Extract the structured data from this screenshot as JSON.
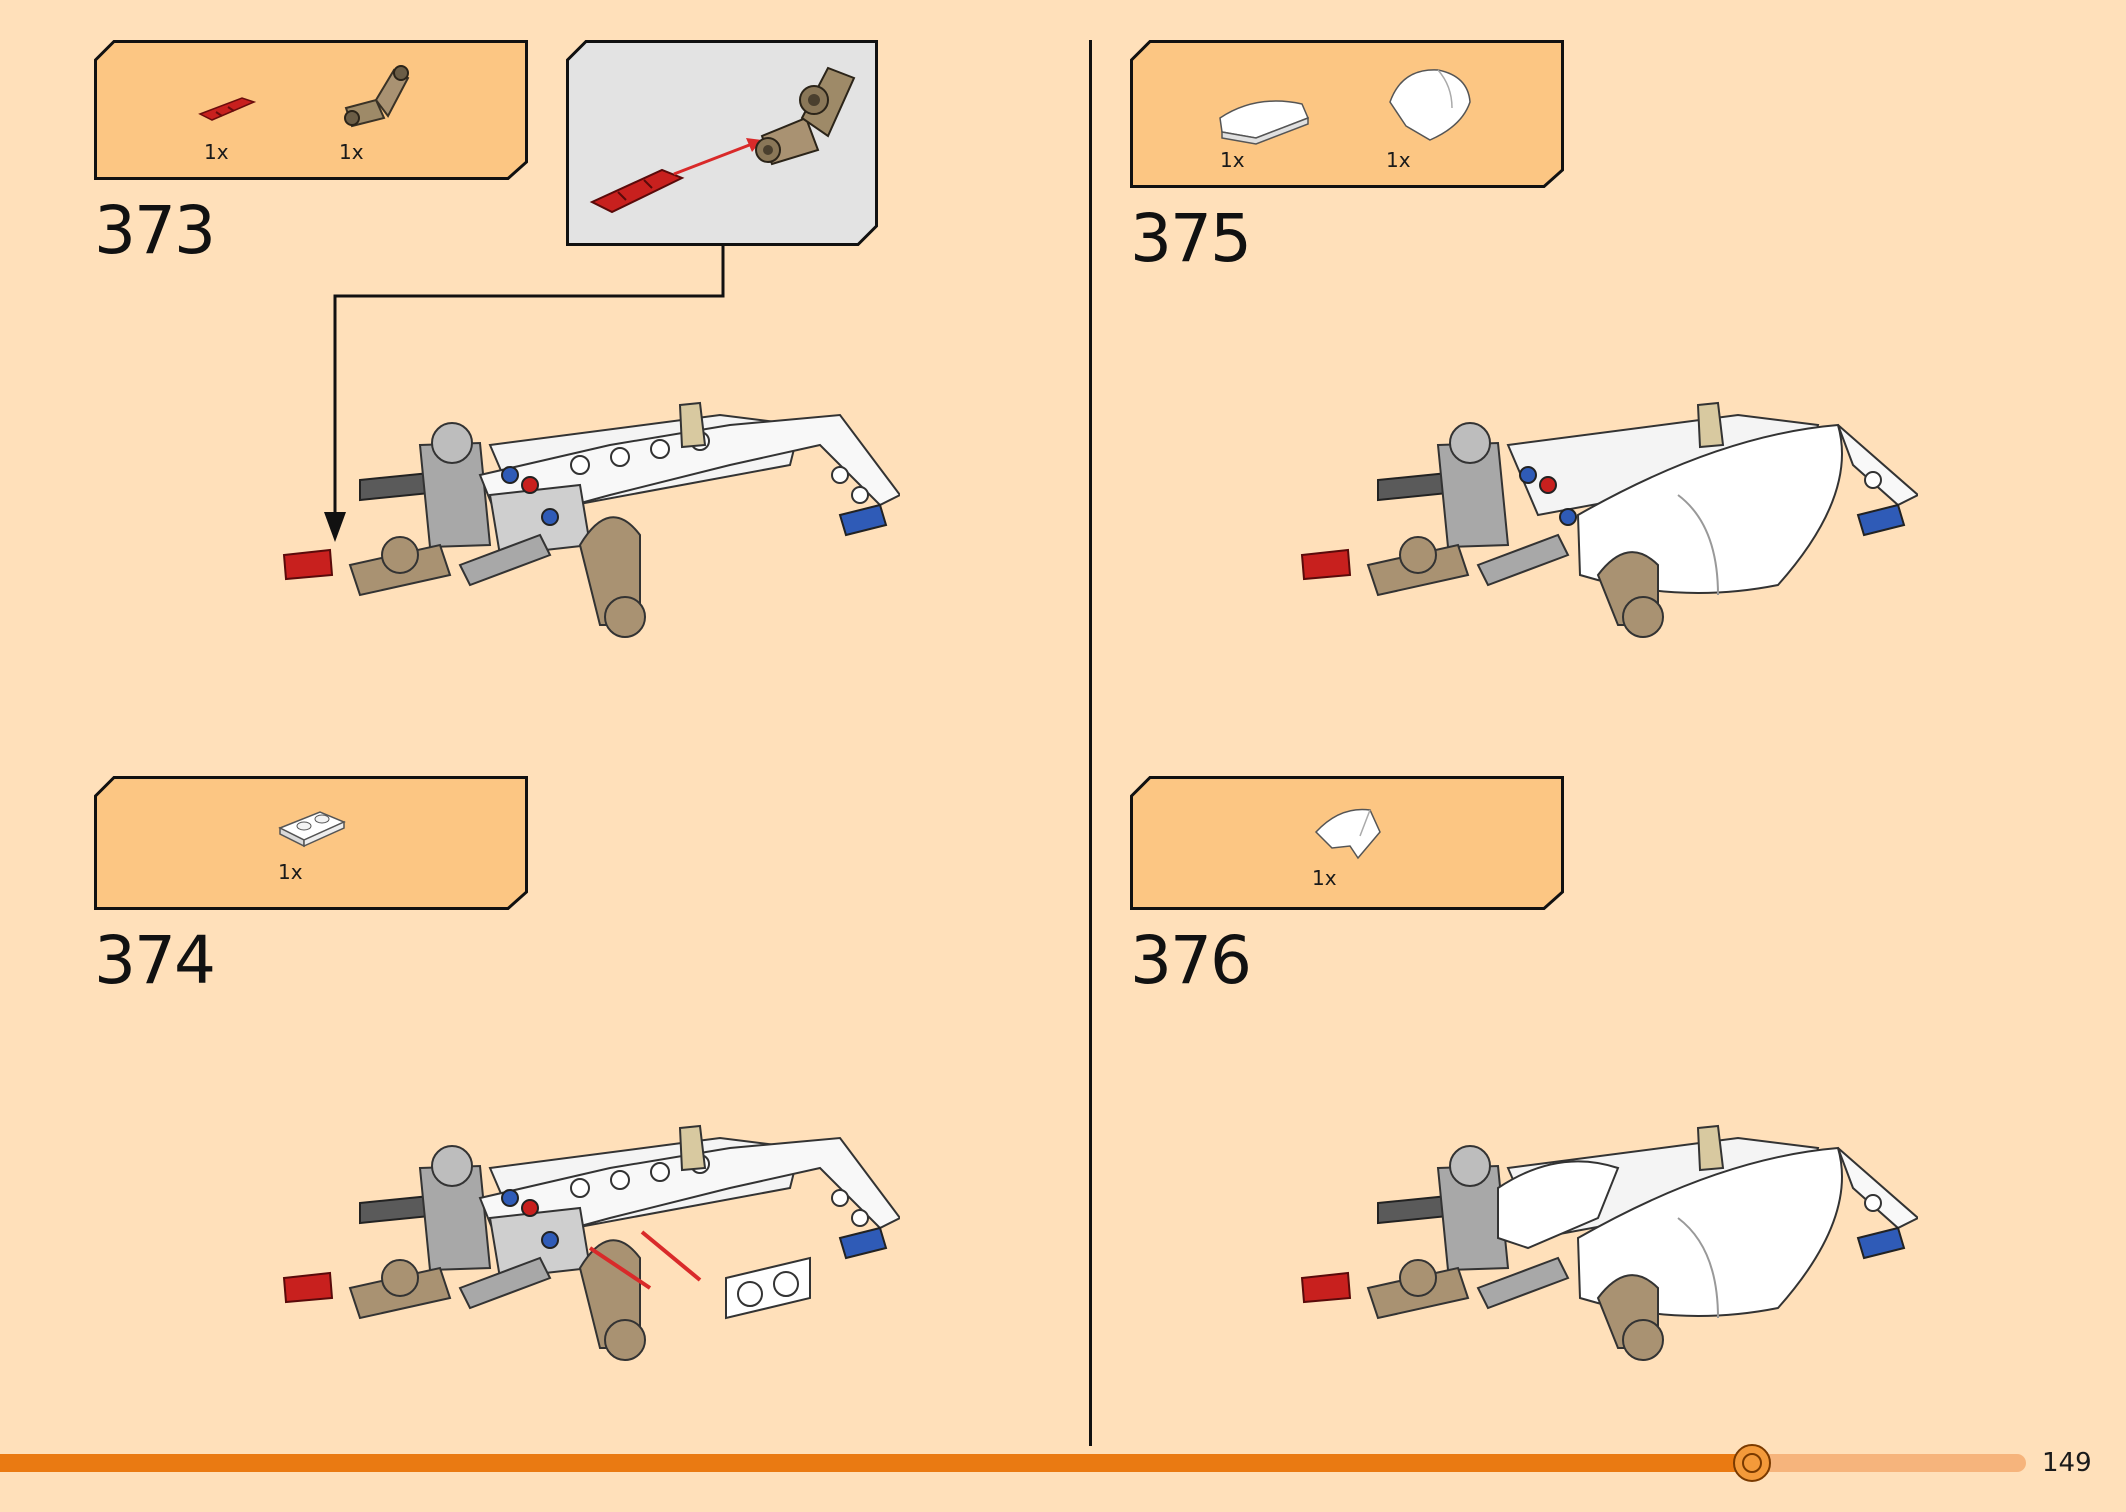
{
  "colors": {
    "background": "#FFE0BA",
    "parts_box": "#FCC683",
    "progress_fill": "#EA7A12",
    "progress_track": "#F6B47C",
    "callout_bg": "#E3E3E3",
    "arrow_red": "#D92A2A"
  },
  "steps": [
    {
      "number": "373",
      "parts": [
        {
          "qty": "1x",
          "part": "red-axle-icon"
        },
        {
          "qty": "1x",
          "part": "tan-angle-connector-icon"
        }
      ]
    },
    {
      "number": "374",
      "parts": [
        {
          "qty": "1x",
          "part": "white-plate-1x2-icon"
        }
      ]
    },
    {
      "number": "375",
      "parts": [
        {
          "qty": "1x",
          "part": "white-curved-slope-icon"
        },
        {
          "qty": "1x",
          "part": "white-dome-slope-icon"
        }
      ]
    },
    {
      "number": "376",
      "parts": [
        {
          "qty": "1x",
          "part": "white-wedge-icon"
        }
      ]
    }
  ],
  "progress": {
    "fraction": 0.865
  },
  "page_number": "149"
}
